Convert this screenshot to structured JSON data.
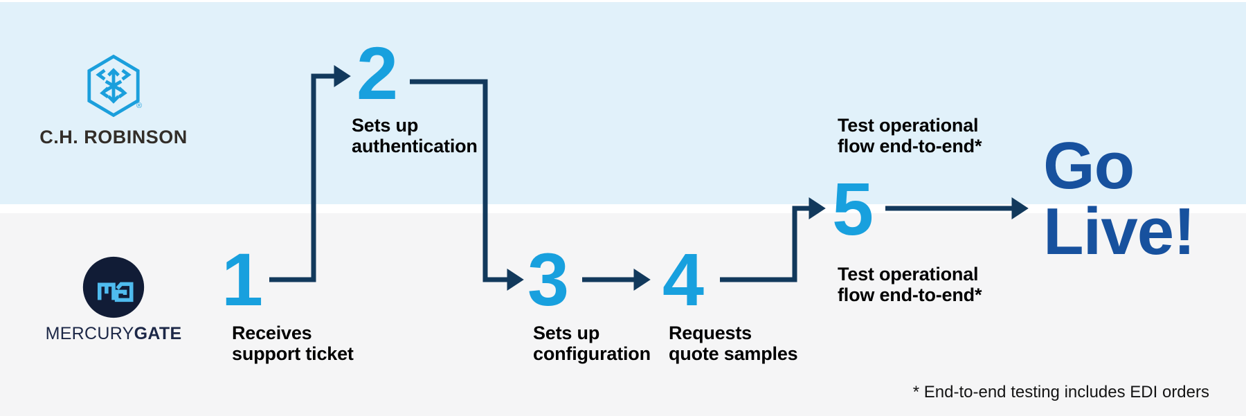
{
  "colors": {
    "top_lane_bg": "#e1f1fa",
    "bottom_lane_bg": "#f5f5f6",
    "divider": "#ffffff",
    "step_number_blue": "#18a0de",
    "connector_navy": "#12395c",
    "go_live_blue": "#17519e",
    "label_black": "#000000",
    "chr_logo_blue": "#1b9fdc",
    "mg_circle_navy": "#111c36",
    "mg_monogram_blue": "#4fbbee",
    "mg_wordmark_navy": "#1c2747"
  },
  "top_lane": {
    "company": "C.H. ROBINSON",
    "registered_mark": "®"
  },
  "bottom_lane": {
    "company_prefix": "MERCURY",
    "company_suffix": "GATE"
  },
  "steps": [
    {
      "number": "1",
      "line1": "Receives",
      "line2": "support ticket"
    },
    {
      "number": "2",
      "line1": "Sets up",
      "line2": "authentication"
    },
    {
      "number": "3",
      "line1": "Sets up",
      "line2": "configuration"
    },
    {
      "number": "4",
      "line1": "Requests",
      "line2": "quote samples"
    },
    {
      "number": "5",
      "top_line1": "Test operational",
      "top_line2": "flow end-to-end*",
      "bottom_line1": "Test operational",
      "bottom_line2": "flow end-to-end*"
    }
  ],
  "finale": {
    "line1": "Go",
    "line2": "Live!"
  },
  "footnote": "* End-to-end testing includes EDI orders"
}
